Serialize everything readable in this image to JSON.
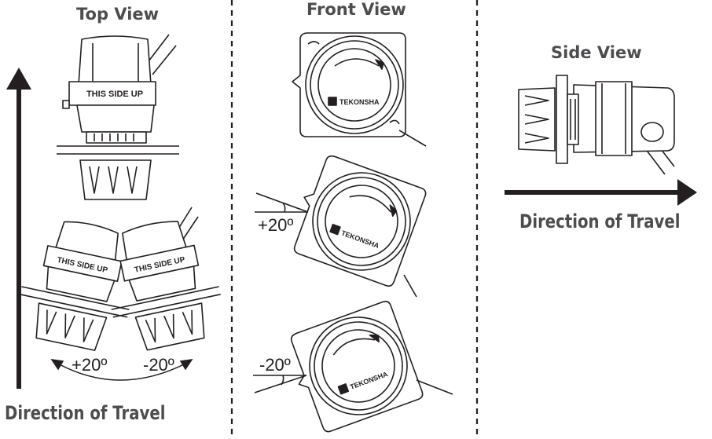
{
  "views": {
    "top": "Top View",
    "front": "Front View",
    "side": "Side View"
  },
  "labels": {
    "this_side_up": "THIS SIDE UP",
    "brand": "TEKONSHA",
    "direction_left": "Direction of Travel",
    "direction_right": "Direction of Travel",
    "top_plus": "+20º",
    "top_minus": "-20º",
    "front_plus": "+20º",
    "front_minus": "-20º"
  },
  "colors": {
    "line": "#231f20",
    "heading": "#4d4d4f"
  }
}
